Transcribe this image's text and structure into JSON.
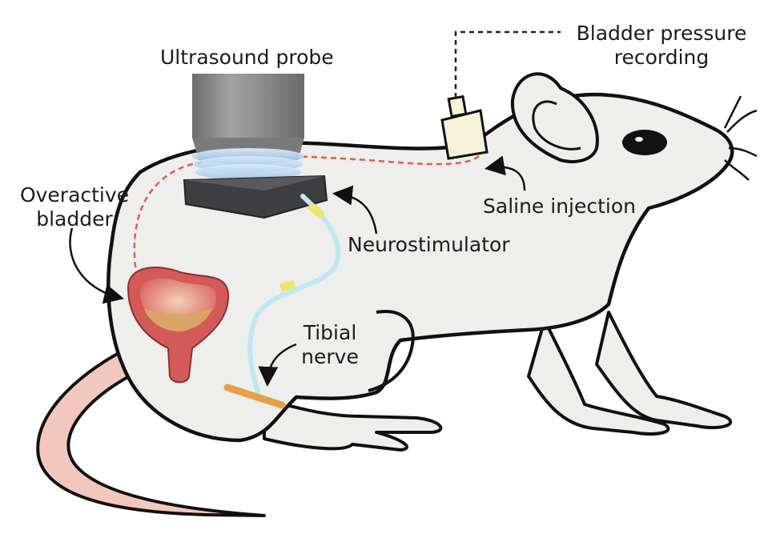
{
  "labels": {
    "ultrasound_probe": "Ultrasound probe",
    "bladder_pressure_line1": "Bladder pressure",
    "bladder_pressure_line2": "recording",
    "saline_injection": "Saline injection",
    "overactive_line1": "Overactive",
    "overactive_line2": "bladder",
    "neurostimulator": "Neurostimulator",
    "tibial_line1": "Tibial",
    "tibial_line2": "nerve"
  },
  "colors": {
    "rat_body": "#eeeeec",
    "outline": "#111111",
    "probe_housing": "#8c8c8c",
    "probe_base": "#3e3e40",
    "ultrasound_glow": "#9fc9f2",
    "catheter_line": "#e25b4b",
    "bladder_wall": "#d45a5a",
    "bladder_fluid": "#d9a566",
    "lead_wire": "#bfe6f3",
    "electrode": "#e7a04a",
    "tail": "#f2c7bd"
  }
}
